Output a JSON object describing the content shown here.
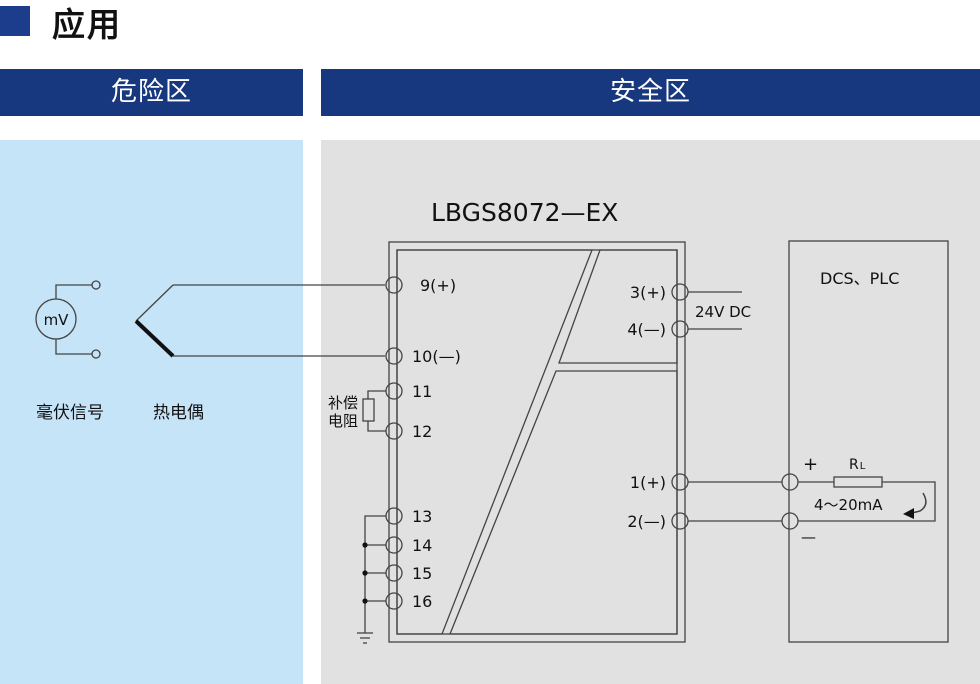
{
  "title": "应用",
  "zones": {
    "hazard": "危险区",
    "safe": "安全区"
  },
  "model": "LBGS8072—EX",
  "source": {
    "meter": "mV",
    "caption_left": "毫伏信号",
    "caption_right": "热电偶"
  },
  "terminals": {
    "t9": "9(+)",
    "t10": "10(—)",
    "t11": "11",
    "t12": "12",
    "t13": "13",
    "t14": "14",
    "t15": "15",
    "t16": "16",
    "t3": "3(+)",
    "t4": "4(—)",
    "t1": "1(+)",
    "t2": "2(—)"
  },
  "compensation": {
    "line1": "补偿",
    "line2": "电阻"
  },
  "power": "24V DC",
  "dcs": {
    "label": "DCS、PLC",
    "plus": "+",
    "minus": "—",
    "load": "R",
    "load_sub": "L",
    "current": "4～20mA"
  },
  "colors": {
    "brand": "#17387f",
    "hazard_zone": "#c6e4f7",
    "safe_zone": "#e1e1e1"
  }
}
